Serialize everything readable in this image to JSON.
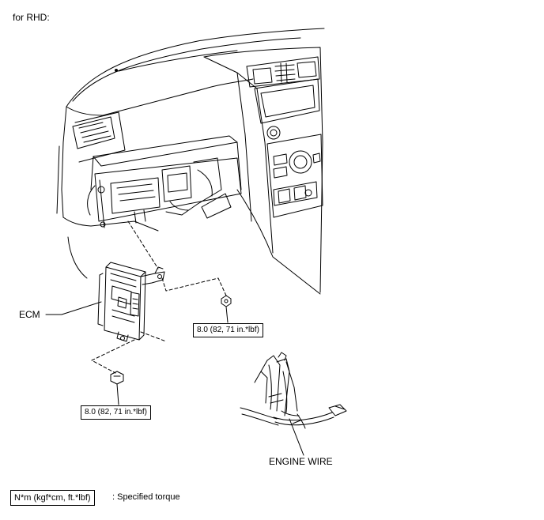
{
  "heading": "for RHD:",
  "callouts": {
    "ecm": "ECM",
    "torque_upper": "8.0 (82, 71 in.*lbf)",
    "torque_lower": "8.0 (82, 71 in.*lbf)",
    "engine_wire": "ENGINE WIRE"
  },
  "legend": {
    "unit_box": "N*m (kgf*cm, ft.*lbf)",
    "description": ": Specified torque"
  }
}
